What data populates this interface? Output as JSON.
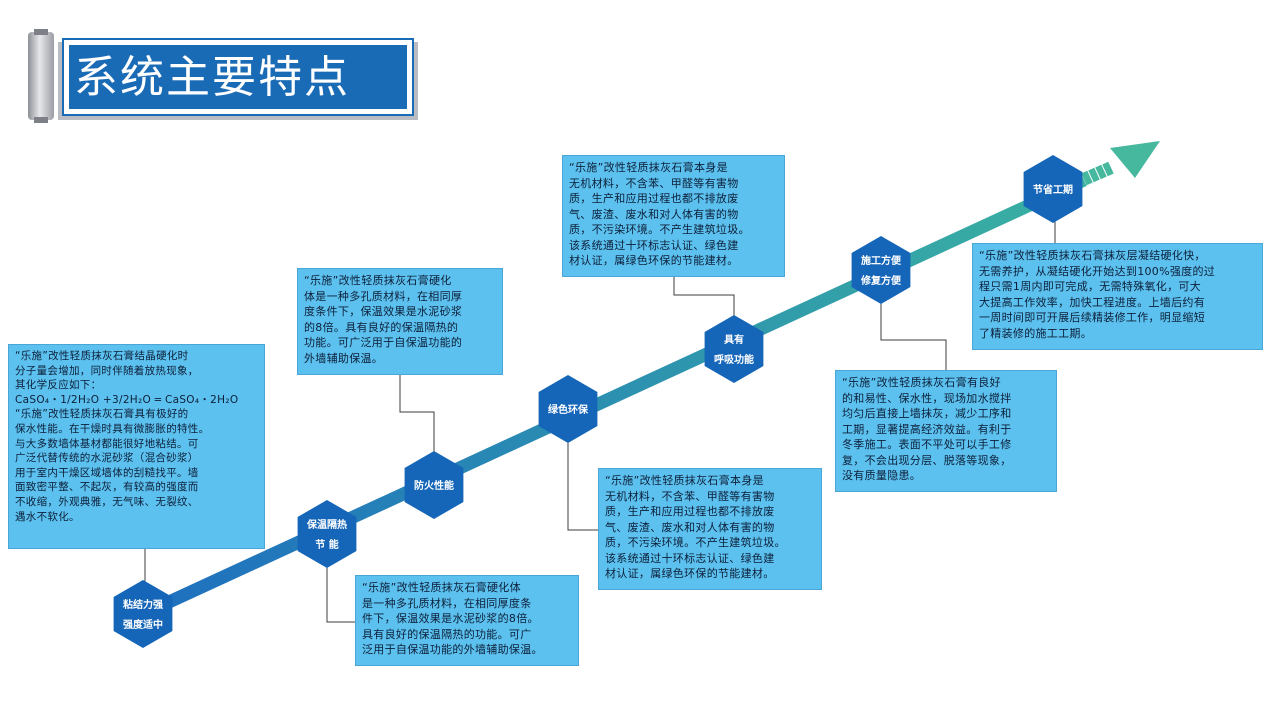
{
  "title": "系统主要特点",
  "colors": {
    "title_blue": "#1a6bb6",
    "hex_blue": "#1565b8",
    "box_fill": "#5cc1ee",
    "line_dark": "#1e6fbf",
    "line_teal": "#3bb3a0",
    "arrow_teal": "#46b89e"
  },
  "nodes": [
    {
      "lines": [
        "粘结力强",
        "强度适中"
      ]
    },
    {
      "lines": [
        "保温隔热",
        "节 能"
      ]
    },
    {
      "lines": [
        "防火性能"
      ]
    },
    {
      "lines": [
        "绿色环保"
      ]
    },
    {
      "lines": [
        "具有",
        "呼吸功能"
      ]
    },
    {
      "lines": [
        "施工方便",
        "修复方便"
      ]
    },
    {
      "lines": [
        "节省工期"
      ]
    }
  ],
  "boxes": [
    {
      "text": "“乐施”改性轻质抹灰石膏结晶硬化时\n分子量会增加，同时伴随着放热现象，\n其化学反应如下：\nCaSO₄・1/2H₂O +3/2H₂O ═ CaSO₄・2H₂O\n“乐施”改性轻质抹灰石膏具有极好的\n保水性能。在干燥时具有微膨胀的特性。\n与大多数墙体基材都能很好地粘结。可\n广泛代替传统的水泥砂浆（混合砂浆）\n用于室内干燥区域墙体的刮糙找平。墙\n面致密平整、不起灰，有较高的强度而\n不收缩，外观典雅，无气味、无裂纹、\n遇水不软化。"
    },
    {
      "text": "“乐施”改性轻质抹灰石膏硬化体\n是一种多孔质材料，在相同厚度条\n件下，保温效果是水泥砂浆的8倍。\n具有良好的保温隔热的功能。可广\n泛用于自保温功能的外墙辅助保温。"
    },
    {
      "text": "“乐施”改性轻质抹灰石膏硬化\n体是一种多孔质材料，在相同厚\n度条件下，保温效果是水泥砂浆\n的8倍。具有良好的保温隔热的\n功能。可广泛用于自保温功能的\n外墙辅助保温。"
    },
    {
      "text": "“乐施”改性轻质抹灰石膏本身是\n无机材料，不含苯、甲醛等有害物\n质，生产和应用过程也都不排放废\n气、废渣、废水和对人体有害的物\n质，不污染环境。不产生建筑垃圾。\n该系统通过十环标志认证、绿色建\n材认证，属绿色环保的节能建材。"
    },
    {
      "text": "“乐施”改性轻质抹灰石膏本身是\n无机材料，不含苯、甲醛等有害物\n质，生产和应用过程也都不排放废\n气、废渣、废水和对人体有害的物\n质，不污染环境。不产生建筑垃圾。\n该系统通过十环标志认证、绿色建\n材认证，属绿色环保的节能建材。"
    },
    {
      "text": "“乐施”改性轻质抹灰石膏有良好\n的和易性、保水性，现场加水搅拌\n均匀后直接上墙抹灰，减少工序和\n工期，显著提高经济效益。有利于\n冬季施工。表面不平处可以手工修\n复，不会出现分层、脱落等现象，\n没有质量隐患。"
    },
    {
      "text": "“乐施”改性轻质抹灰石膏抹灰层凝结硬化快，\n无需养护，从凝结硬化开始达到100%强度的过\n程只需1周内即可完成，无需特殊氧化，可大\n大提高工作效率，加快工程进度。上墙后约有\n一周时间即可开展后续精装修工作，明显缩短\n了精装修的施工工期。"
    }
  ]
}
